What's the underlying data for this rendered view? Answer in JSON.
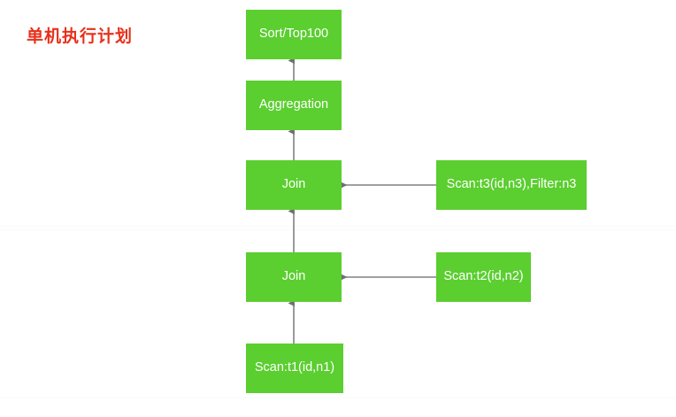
{
  "title": {
    "text": "单机执行计划",
    "color": "#e8301a"
  },
  "theme": {
    "node_fill": "#5BCE30",
    "node_text": "#ffffff",
    "edge_color": "#808080",
    "background": "#ffffff"
  },
  "diagram": {
    "nodes": [
      {
        "id": "sort",
        "label": "Sort/Top100"
      },
      {
        "id": "agg",
        "label": "Aggregation"
      },
      {
        "id": "join1",
        "label": "Join"
      },
      {
        "id": "join2",
        "label": "Join"
      },
      {
        "id": "scan1",
        "label": "Scan:t1(id,n1)"
      },
      {
        "id": "scan2",
        "label": "Scan:t2(id,n2)"
      },
      {
        "id": "scan3",
        "label": "Scan:t3(id,n3),Filter:n3"
      }
    ],
    "edges": [
      {
        "from": "agg",
        "to": "sort",
        "direction": "up"
      },
      {
        "from": "join1",
        "to": "agg",
        "direction": "up"
      },
      {
        "from": "join2",
        "to": "join1",
        "direction": "up"
      },
      {
        "from": "scan1",
        "to": "join2",
        "direction": "up"
      },
      {
        "from": "scan3",
        "to": "join1",
        "direction": "left"
      },
      {
        "from": "scan2",
        "to": "join2",
        "direction": "left"
      }
    ]
  }
}
